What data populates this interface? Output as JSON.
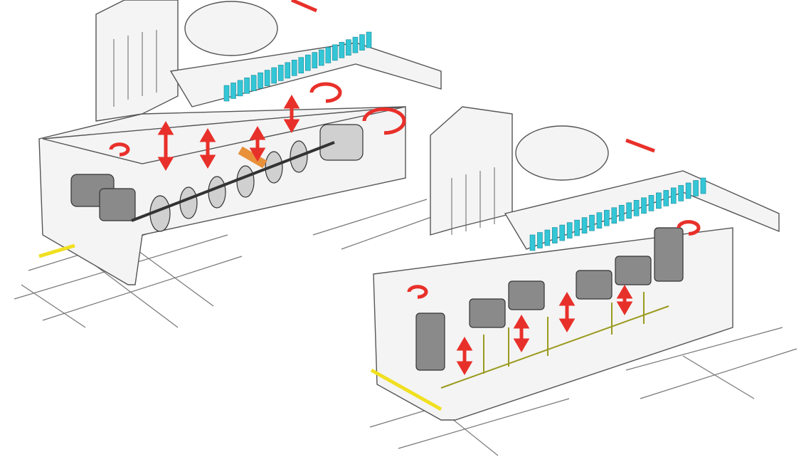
{
  "colors": {
    "motion_arrow": "#e8302a",
    "bottles": "#33c6d6",
    "cable": "#f0e020",
    "belt": "#e8903a",
    "frame": "#f4f4f4",
    "outline": "#555555"
  },
  "machines": [
    {
      "drive": "mechanical-cam-shaft",
      "arrows": 8
    },
    {
      "drive": "servo-motors",
      "arrows": 7
    }
  ]
}
